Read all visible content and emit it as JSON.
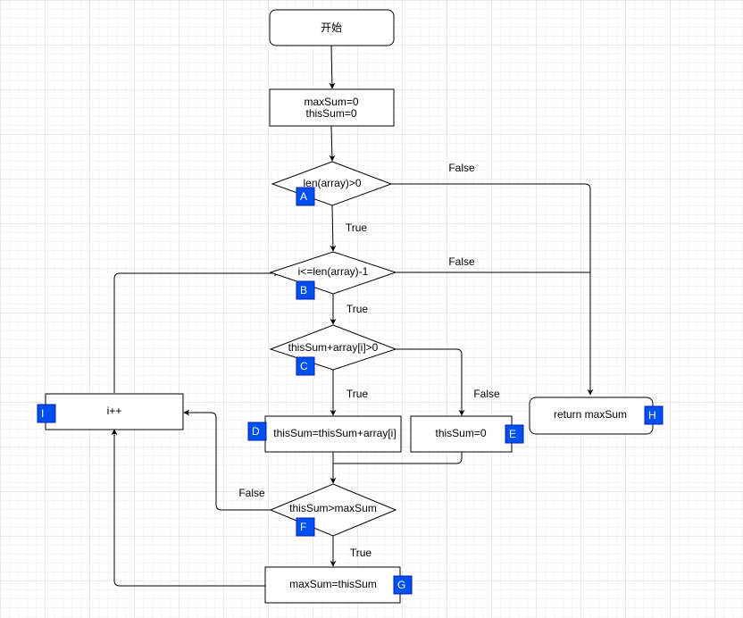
{
  "nodes": {
    "start": "开始",
    "init_line1": "maxSum=0",
    "init_line2": "thisSum=0",
    "check_len": "len(array)>0",
    "loop_cond": "i<=len(array)-1",
    "check_sum": "thisSum+array[i]>0",
    "add_sum": "thisSum=thisSum+array[i]",
    "reset_sum": "thisSum=0",
    "compare_max": "thisSum>maxSum",
    "update_max": "maxSum=thisSum",
    "increment": "i++",
    "return_max": "return maxSum"
  },
  "edge_labels": {
    "len_false": "False",
    "len_true": "True",
    "loop_false": "False",
    "loop_true": "True",
    "sum_true": "True",
    "sum_false": "False",
    "max_false": "False",
    "max_true": "True"
  },
  "badges": {
    "a": "A",
    "b": "B",
    "c": "C",
    "d": "D",
    "e": "E",
    "f": "F",
    "g": "G",
    "h": "H",
    "i": "I"
  },
  "colors": {
    "badge_fill": "#0050ef",
    "badge_text": "#ffffff"
  }
}
